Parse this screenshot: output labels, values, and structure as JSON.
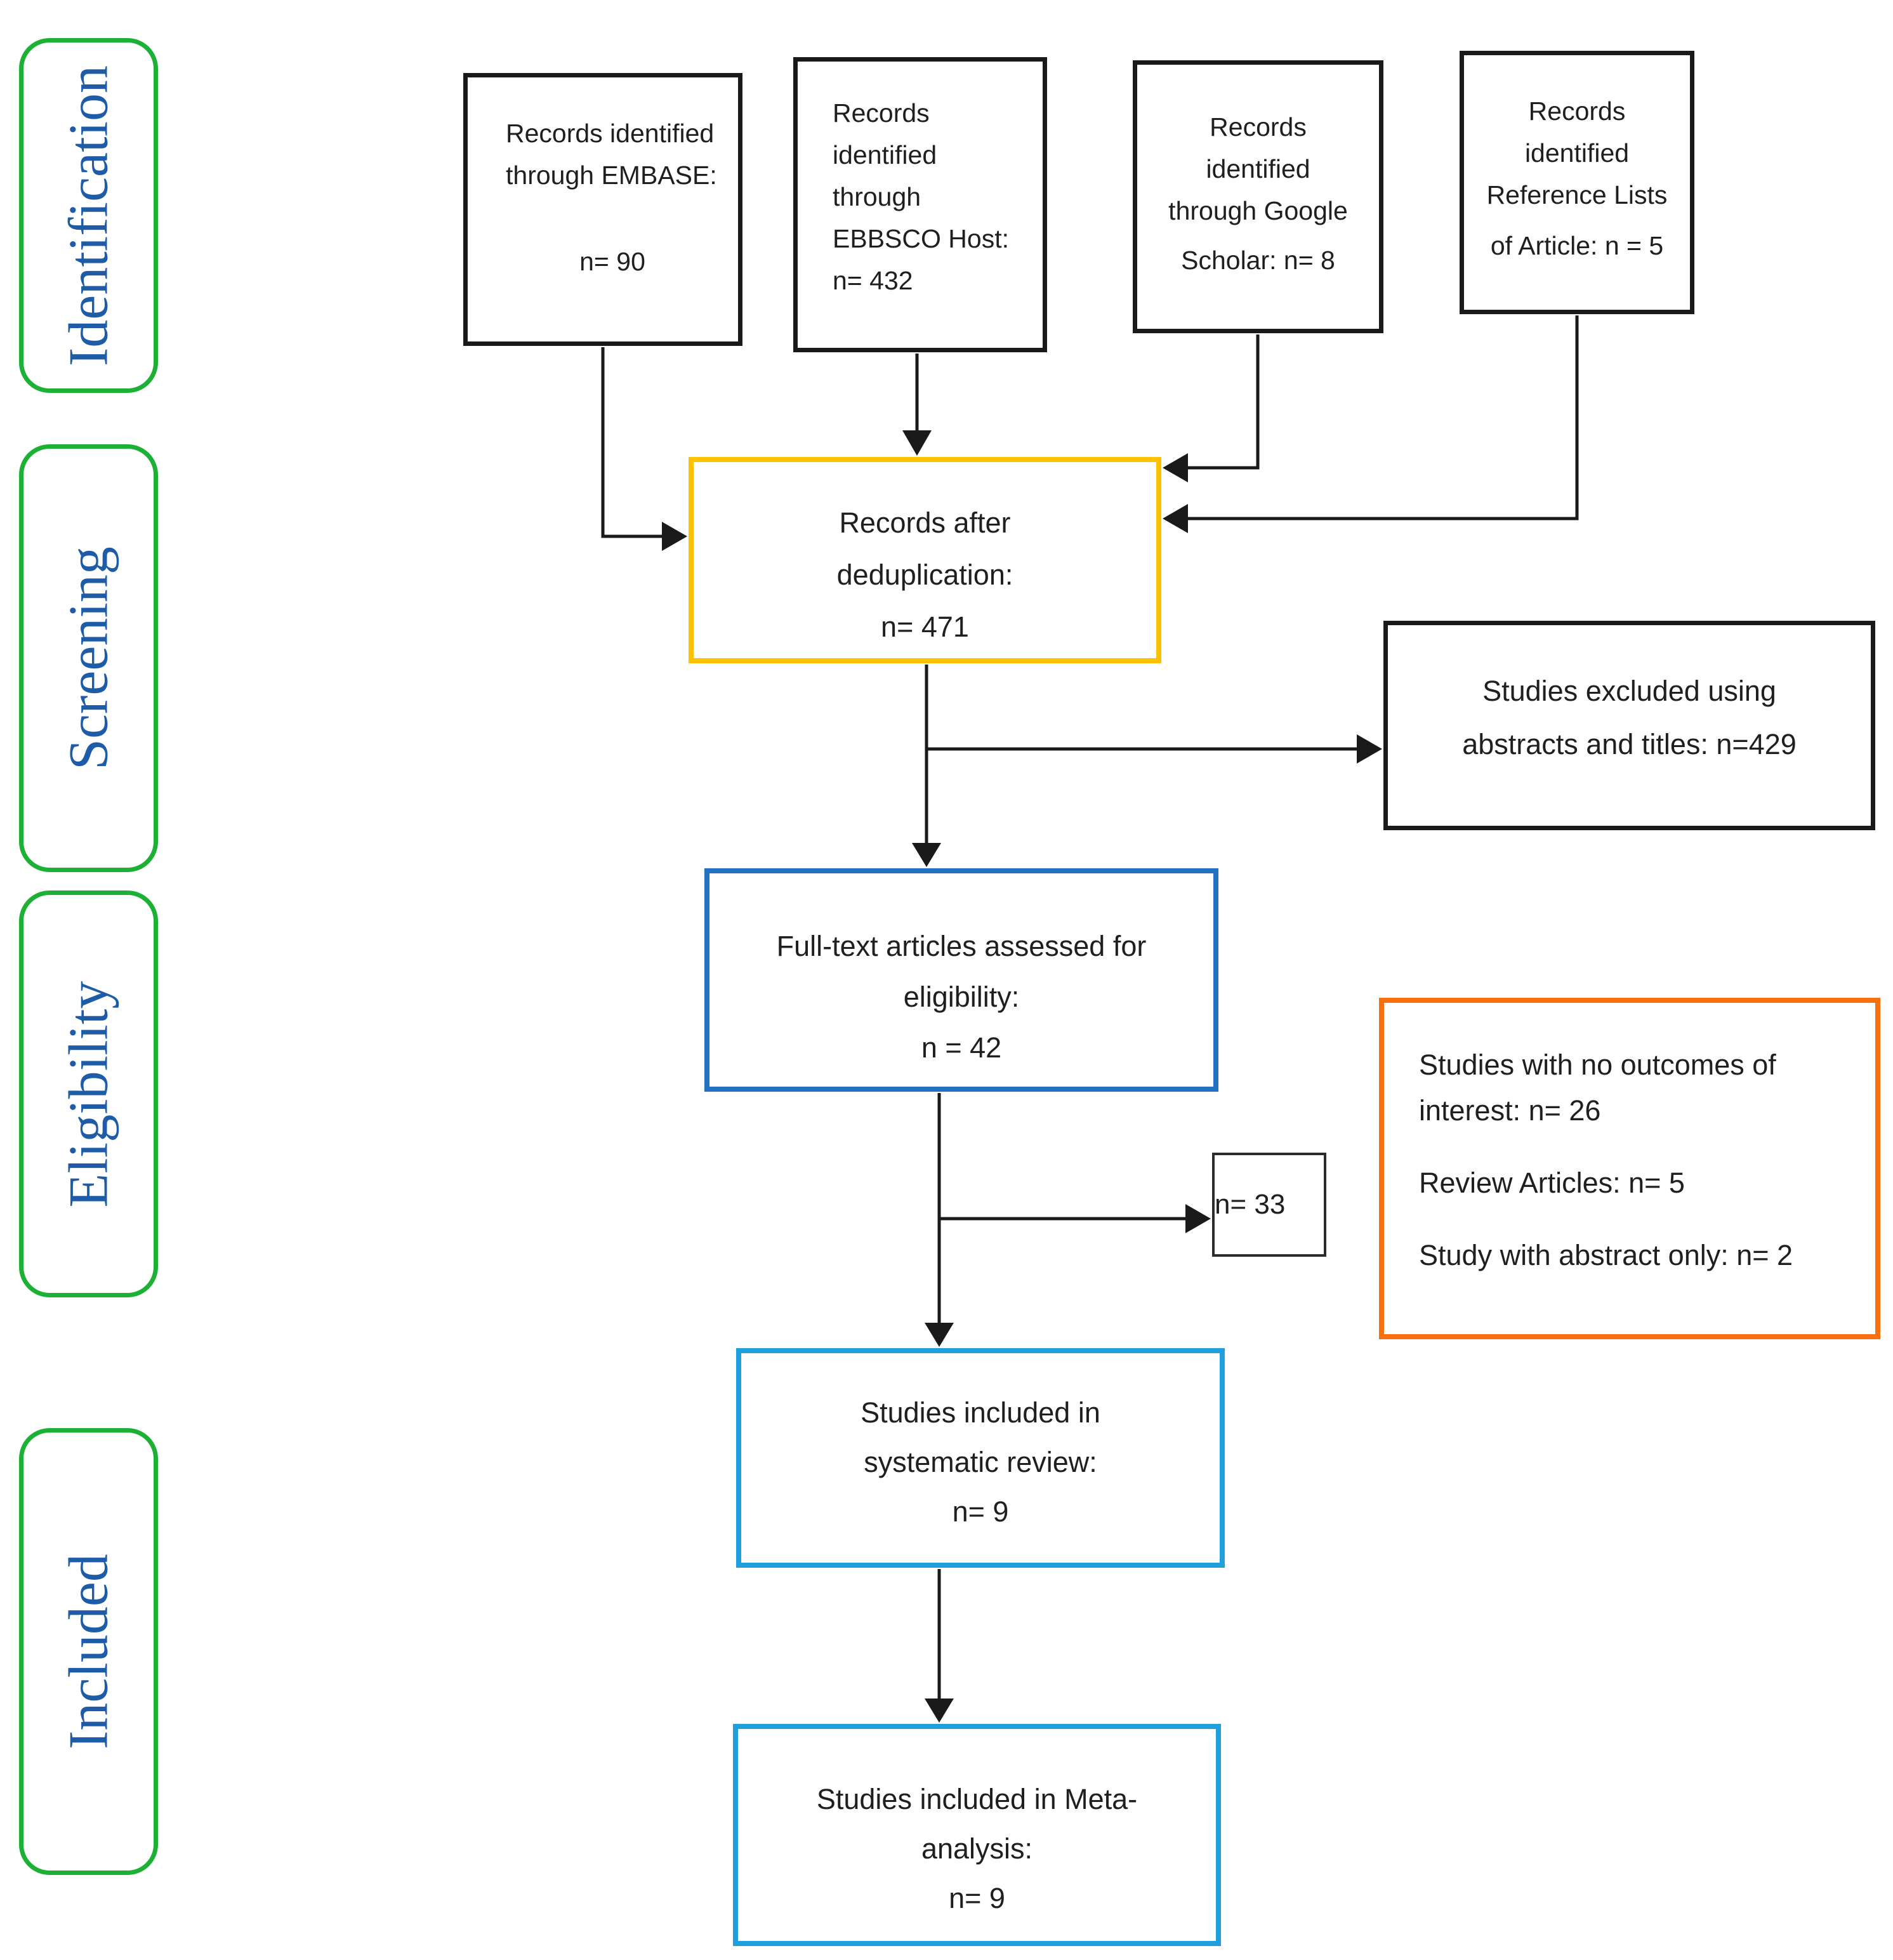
{
  "sidebar": {
    "items": [
      {
        "label": "Identification"
      },
      {
        "label": "Screening"
      },
      {
        "label": "Eligibility"
      },
      {
        "label": "Included"
      }
    ]
  },
  "boxes": {
    "embase": {
      "lines": [
        "Records identified",
        "through EMBASE:"
      ],
      "value": "n= 90"
    },
    "ebbsco": {
      "lines": [
        "Records",
        "identified",
        "through",
        "EBBSCO Host:",
        "n= 432"
      ]
    },
    "google": {
      "lines": [
        "Records",
        "identified",
        "through Google"
      ],
      "value": "Scholar: n= 8"
    },
    "reflists": {
      "lines": [
        "Records",
        "identified",
        "Reference Lists"
      ],
      "value": "of Article: n = 5"
    },
    "dedup": {
      "lines": [
        "Records after",
        "deduplication:"
      ],
      "value": "n= 471"
    },
    "excluded": {
      "lines": [
        "Studies excluded using",
        "abstracts and titles: n=429"
      ]
    },
    "fulltext": {
      "lines": [
        "Full-text articles assessed for",
        "eligibility:"
      ],
      "value": "n = 42"
    },
    "n33": {
      "value": "n= 33"
    },
    "reasons": {
      "lines": [
        "Studies with no outcomes of",
        "interest: n= 26",
        "Review Articles: n= 5",
        "Study with abstract only: n= 2"
      ]
    },
    "sysreview": {
      "lines": [
        "Studies included in",
        "systematic review:"
      ],
      "value": "n= 9"
    },
    "meta": {
      "lines": [
        "Studies included in Meta-",
        "analysis:"
      ],
      "value": "n= 9"
    }
  },
  "colors": {
    "stage_border": "#1CB135",
    "stage_text": "#1E5CA8",
    "black_border": "#1a1a1a",
    "dedup_border": "#FFC000",
    "fulltext_border": "#2272C3",
    "included_border": "#1FA0DC",
    "reasons_border": "#F8700D",
    "arrow": "#1a1a1a"
  }
}
